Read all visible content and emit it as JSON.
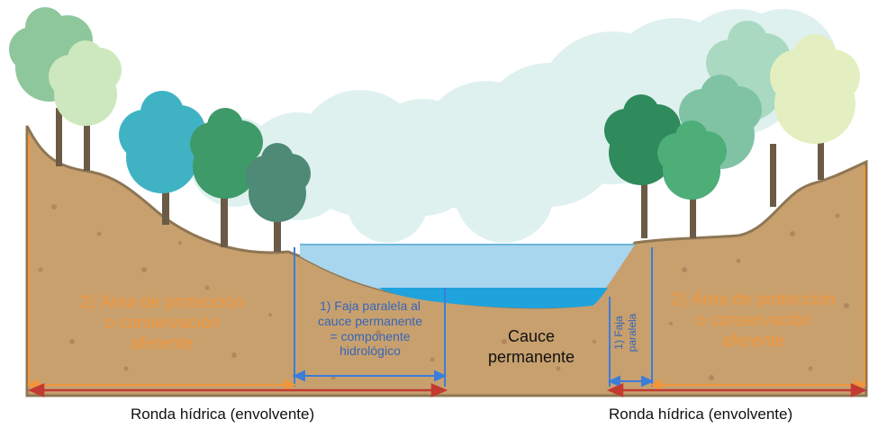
{
  "labels": {
    "left_zone": [
      "2) Área de protección",
      "o conservación",
      "aferente"
    ],
    "right_zone": [
      "2) Área de protección",
      "o conservación",
      "aferente"
    ],
    "left_strip": [
      "1) Faja paralela al",
      "cauce permanente",
      "= componente",
      "hidrológico"
    ],
    "right_strip": [
      "1) Faja",
      "paralela"
    ],
    "channel": [
      "Cauce",
      "permanente"
    ],
    "left_bottom": "Ronda hídrica (envolvente)",
    "right_bottom": "Ronda hídrica (envolvente)"
  },
  "colors": {
    "soil": "#C8A06E",
    "soil_edge": "#8E7654",
    "water_light": "#A8D6EE",
    "water_deep": "#1FA3DC",
    "orange": "#F0953A",
    "blue_line": "#3C7DD9",
    "red_arrow": "#C23A32",
    "cloud": "#D9F0EC"
  }
}
